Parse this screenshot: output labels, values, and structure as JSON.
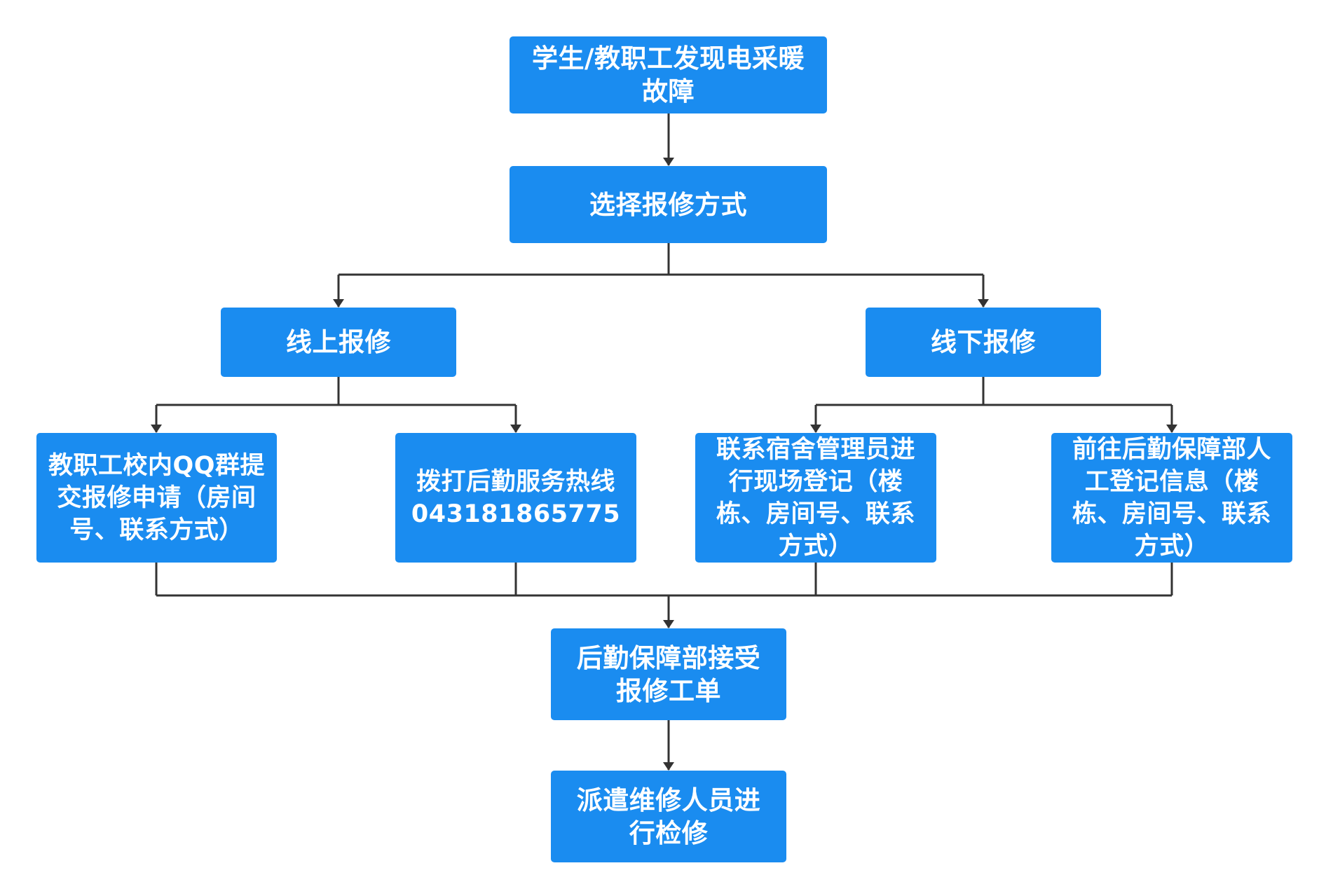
{
  "diagram": {
    "nodes": {
      "start": {
        "text": "学生/教职工发现电采暖故障"
      },
      "choose": {
        "text": "选择报修方式"
      },
      "online": {
        "text": "线上报修"
      },
      "offline": {
        "text": "线下报修"
      },
      "qq_group": {
        "text": "教职工校内QQ群提交报修申请（房间号、联系方式）"
      },
      "hotline": {
        "text": "拨打后勤服务热线043181865775"
      },
      "dorm_manager": {
        "text": "联系宿舍管理员进行现场登记（楼栋、房间号、联系方式）"
      },
      "logistics_office": {
        "text": "前往后勤保障部人工登记信息（楼栋、房间号、联系方式）"
      },
      "accept": {
        "text": "后勤保障部接受报修工单"
      },
      "dispatch": {
        "text": "派遣维修人员进行检修"
      }
    },
    "colors": {
      "node_fill": "#1a8cf0",
      "node_text": "#ffffff",
      "connector": "#333333"
    }
  }
}
